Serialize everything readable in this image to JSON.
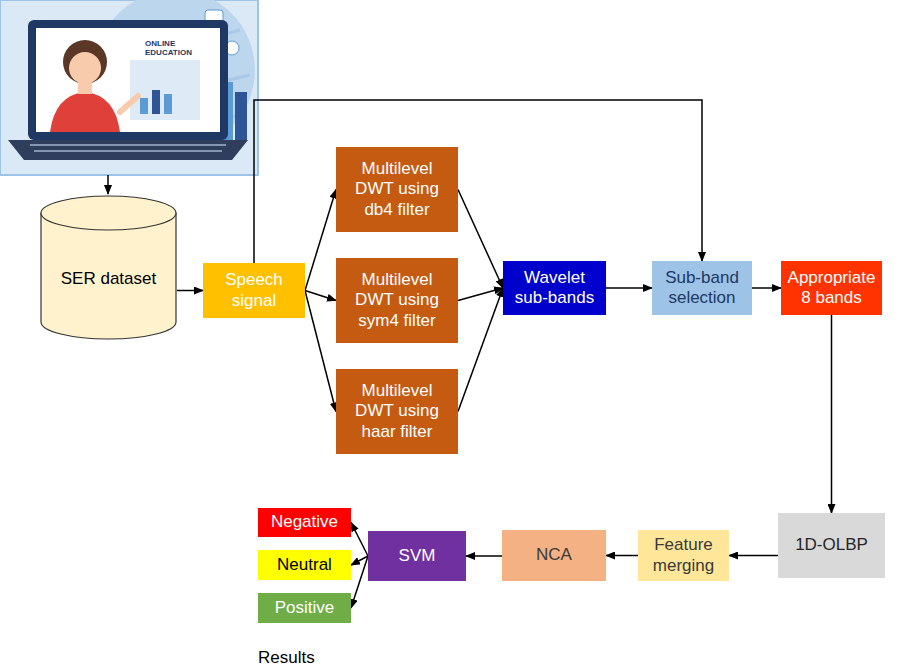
{
  "diagram": {
    "nodes": [
      {
        "text": [
          "SER dataset"
        ]
      },
      {
        "text": [
          "Speech signal"
        ]
      },
      {
        "text": [
          "Multilevel DWT using db4 filter"
        ]
      },
      {
        "text": [
          "Multilevel DWT using sym4 filter"
        ]
      },
      {
        "text": [
          "Multilevel DWT using haar filter"
        ]
      },
      {
        "text": [
          "Wavelet sub-bands"
        ]
      },
      {
        "text": [
          "Sub-band selection"
        ]
      },
      {
        "text": [
          "Appropriate 8 bands"
        ]
      },
      {
        "text": [
          "1D-OLBP"
        ]
      },
      {
        "text": [
          "Feature merging"
        ]
      },
      {
        "text": [
          "NCA"
        ]
      },
      {
        "text": [
          "SVM"
        ]
      },
      {
        "text": [
          "Negative"
        ]
      },
      {
        "text": [
          "Neutral"
        ]
      },
      {
        "text": [
          "Positive"
        ]
      }
    ],
    "edges": [
      {
        "from": 0,
        "to": 1,
        "arrow": "to"
      },
      {
        "from": 1,
        "to": 2,
        "arrow": "to"
      },
      {
        "from": 1,
        "to": 3,
        "arrow": "to"
      },
      {
        "from": 1,
        "to": 4,
        "arrow": "to"
      },
      {
        "from": 2,
        "to": 5,
        "arrow": "to"
      },
      {
        "from": 3,
        "to": 5,
        "arrow": "to"
      },
      {
        "from": 4,
        "to": 5,
        "arrow": "to"
      },
      {
        "from": 5,
        "to": 6,
        "arrow": "to"
      },
      {
        "from": 1,
        "to": 6,
        "arrow": "to"
      },
      {
        "from": 6,
        "to": 7,
        "arrow": "to"
      },
      {
        "from": 7,
        "to": 8,
        "arrow": "to"
      },
      {
        "from": 8,
        "to": 9,
        "arrow": "to"
      },
      {
        "from": 9,
        "to": 10,
        "arrow": "to"
      },
      {
        "from": 10,
        "to": 11,
        "arrow": "to"
      },
      {
        "from": 11,
        "to": 12,
        "arrow": "to"
      },
      {
        "from": 11,
        "to": 13,
        "arrow": "to"
      },
      {
        "from": 11,
        "to": 14,
        "arrow": "to"
      }
    ],
    "labels": [
      "ONLINE EDUCATION",
      "Results"
    ]
  }
}
